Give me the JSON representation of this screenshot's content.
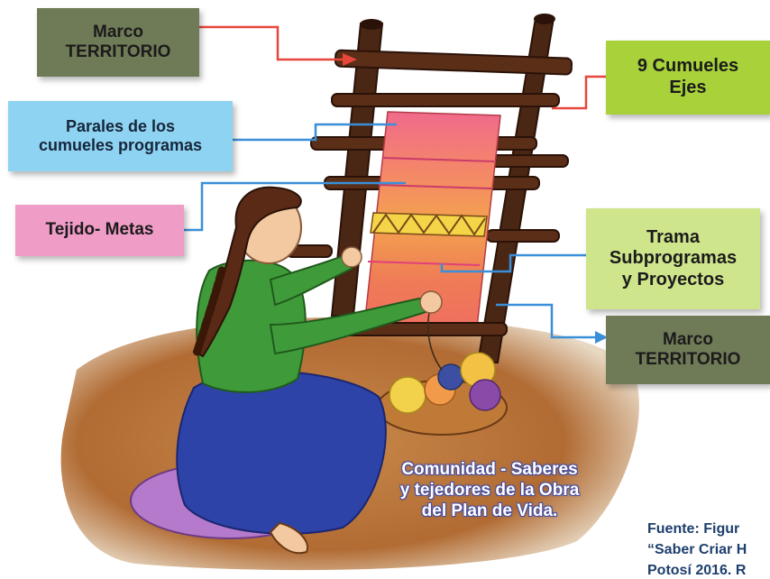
{
  "labels": {
    "marco_top": "Marco\nTERRITORIO",
    "paralelos": "Parales de los\ncumueles programas",
    "tejido": "Tejido- Metas",
    "cumueles": "9 Cumueles\nEjes",
    "trama": "Trama\nSubprogramas\ny Proyectos",
    "marco_bottom": "Marco\nTERRITORIO"
  },
  "community_caption": "Comunidad - Saberes\ny tejedores de la Obra\ndel Plan de Vida.",
  "source": {
    "line1": "Fuente:  Figur",
    "line2": "“Saber Criar H",
    "line3": "Potosí 2016. R"
  },
  "colors": {
    "olive_label": "#6f7a57",
    "sky_label": "#8fd3f2",
    "pink_label": "#ef9cc6",
    "lime_label": "#a8d13a",
    "pale_green_label": "#cfe58c",
    "red_connector": "#e8463a",
    "blue_connector": "#3a8fd8",
    "frame_wood": "#4a2614",
    "ground": "#b8773c"
  }
}
